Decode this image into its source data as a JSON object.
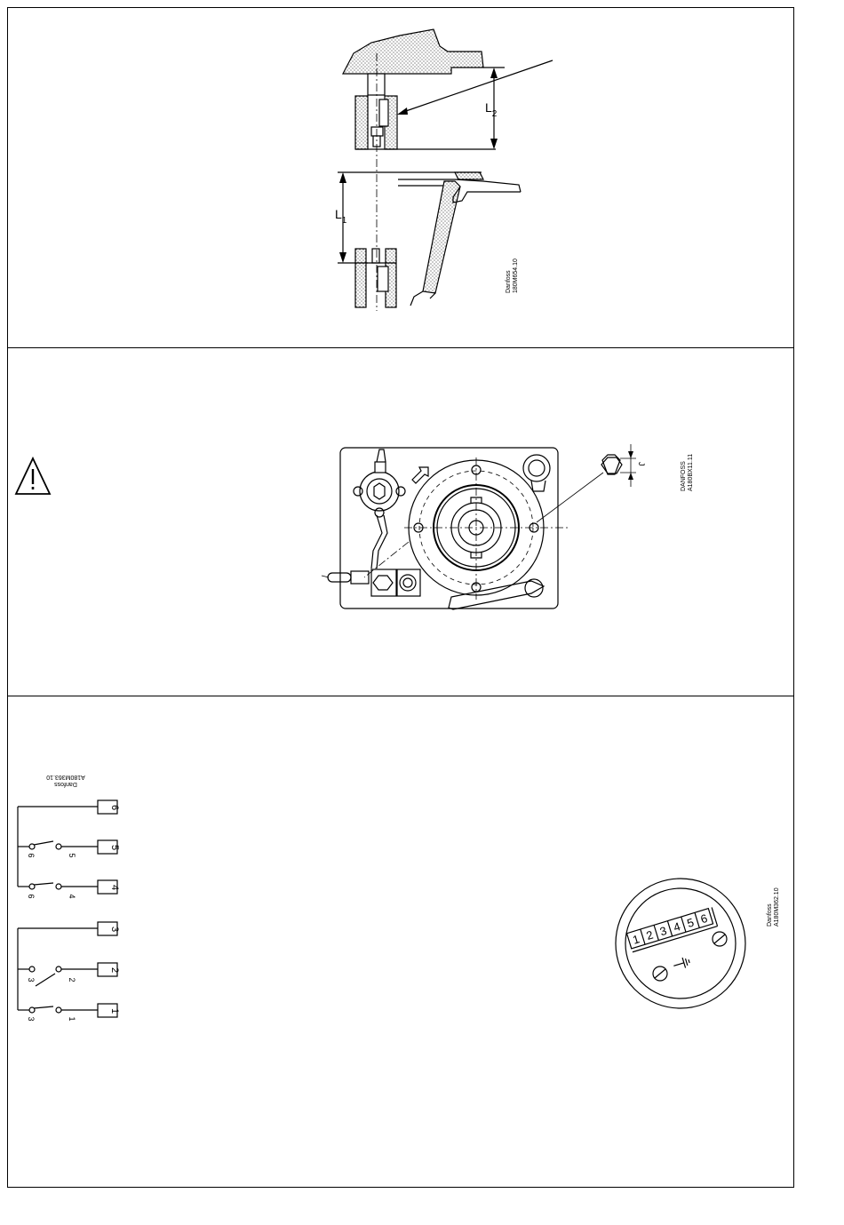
{
  "fig1": {
    "label_l2_main": "L",
    "label_l2_sub": "2",
    "label_l1_main": "L",
    "label_l1_sub": "1",
    "ref_brand": "Danfoss",
    "ref_code": "180M654.10"
  },
  "fig2": {
    "ref_brand": "DANFOSS",
    "ref_code": "A180BX11.11",
    "gap_label": "J"
  },
  "fig3": {
    "ref_brand": "Danfoss",
    "ref_code": "A180M363.10",
    "terminals": [
      "6",
      "5",
      "4",
      "3",
      "2",
      "1"
    ],
    "contact_labels": [
      {
        "left": "6",
        "right": "5"
      },
      {
        "left": "6",
        "right": "4"
      },
      {
        "left": "3",
        "right": "2"
      },
      {
        "left": "3",
        "right": "1"
      }
    ]
  },
  "fig4": {
    "ref_brand": "Danfoss",
    "ref_code": "A180M362.10",
    "terminals": [
      "1",
      "2",
      "3",
      "4",
      "5",
      "6"
    ]
  }
}
